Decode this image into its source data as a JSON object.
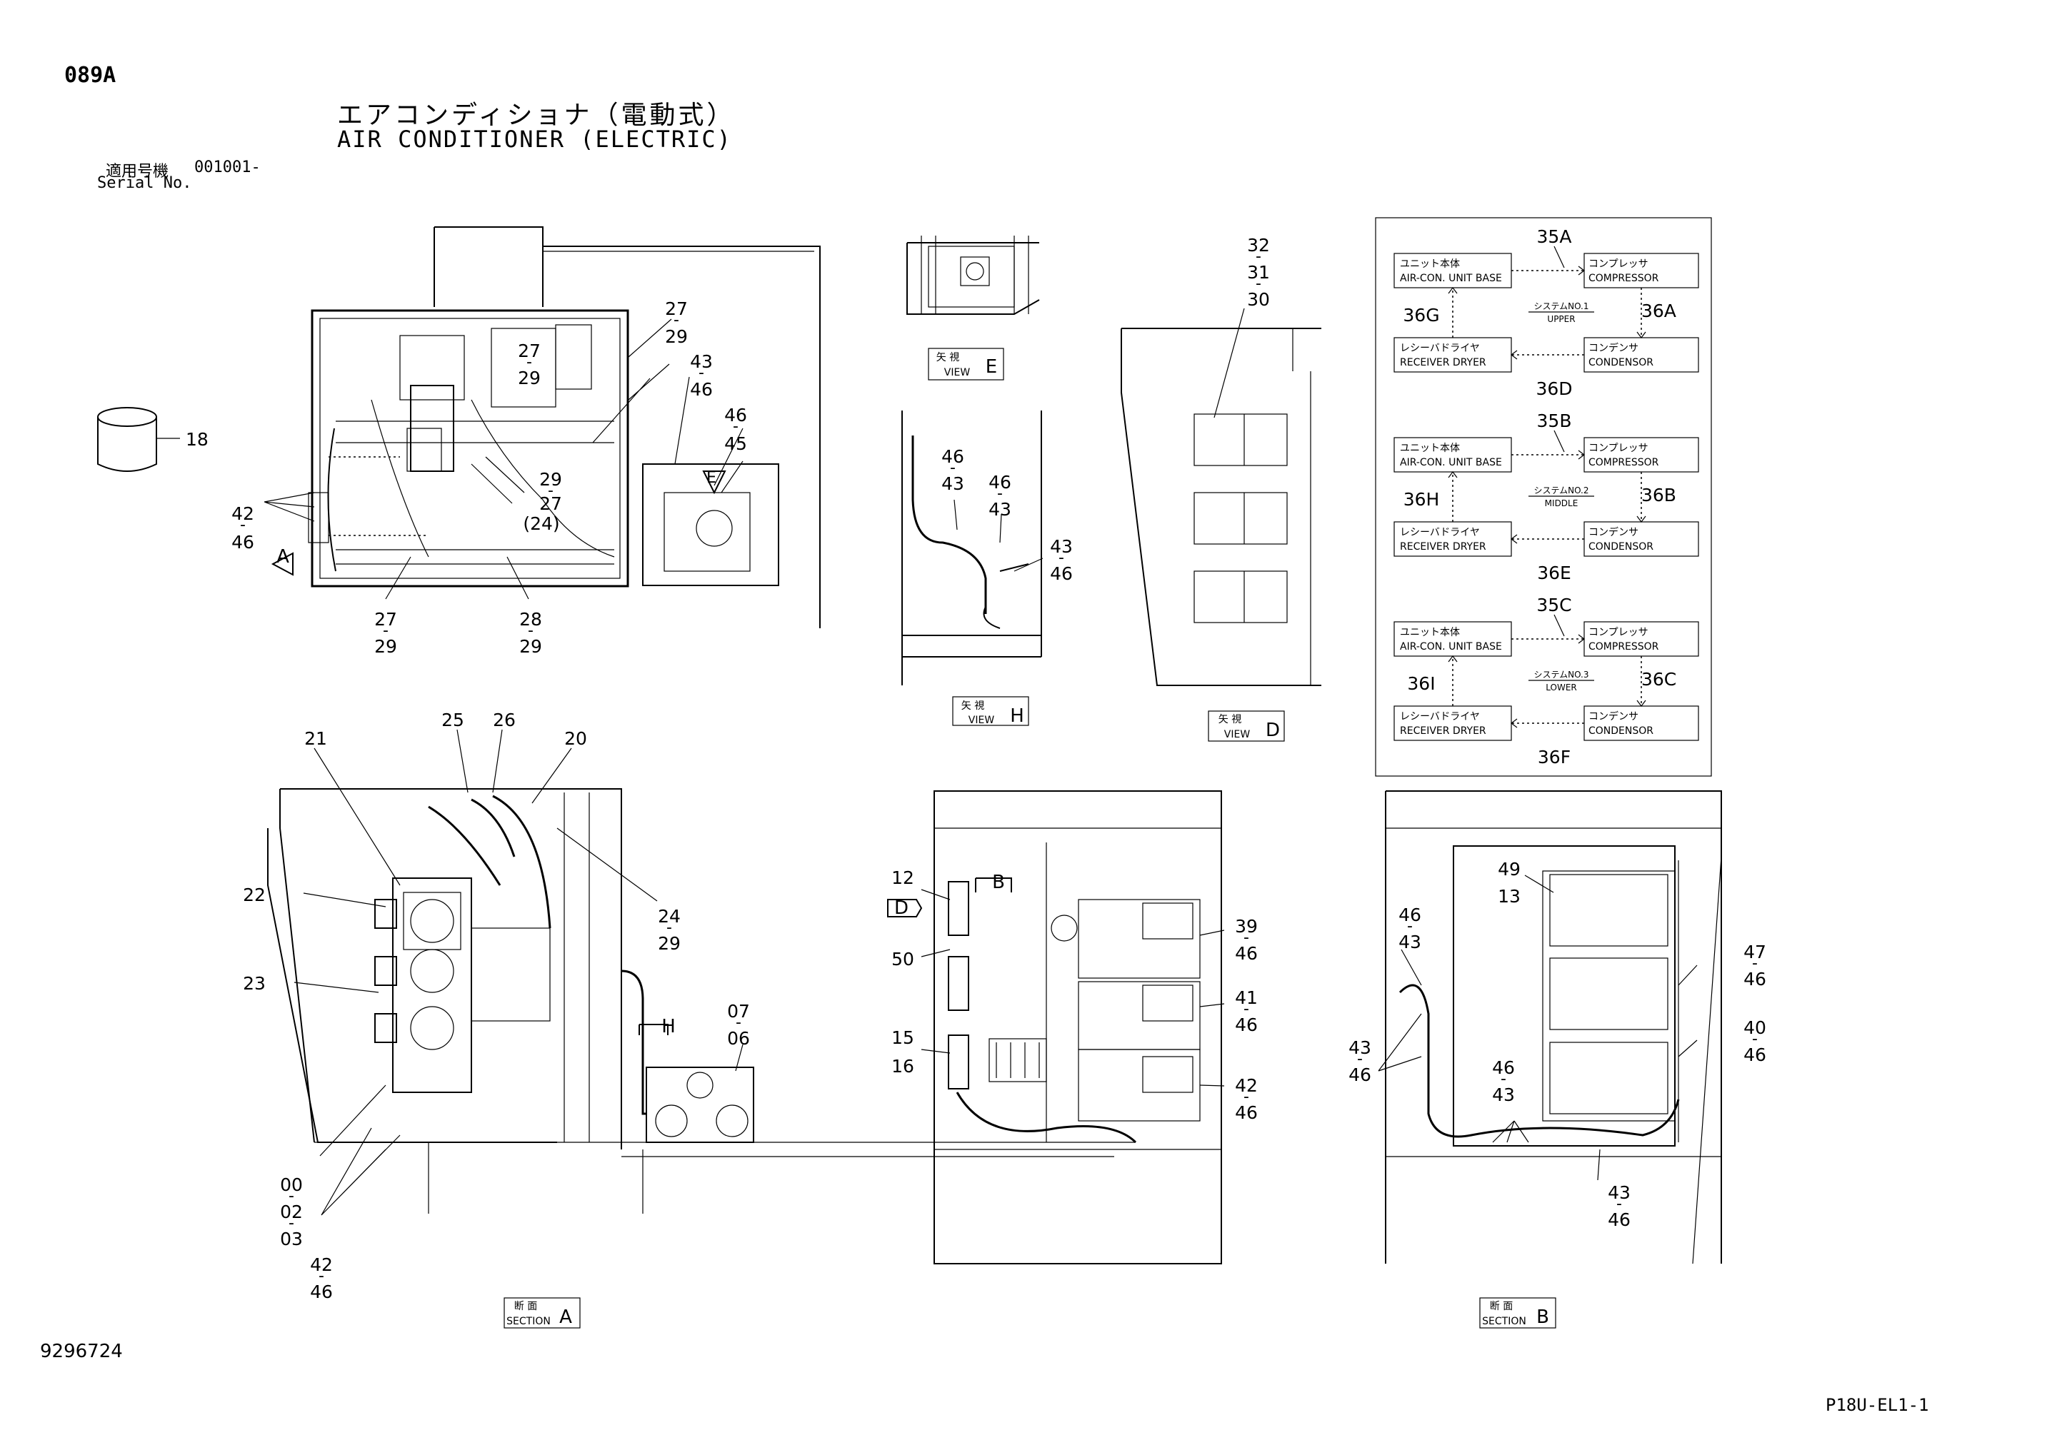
{
  "header": {
    "code": "089A",
    "title_jp": "エアコンディショナ（電動式）",
    "title_en": "AIR CONDITIONER (ELECTRIC)",
    "serial_label_jp": "適用号機",
    "serial_value": "001001-",
    "serial_label_en": "Serial No."
  },
  "footer": {
    "drawing_no": "9296724",
    "page_id": "P18U-EL1-1"
  },
  "views": {
    "view_e": {
      "jp": "矢 視",
      "en": "VIEW",
      "letter": "E"
    },
    "view_h": {
      "jp": "矢 視",
      "en": "VIEW",
      "letter": "H"
    },
    "view_d": {
      "jp": "矢 視",
      "en": "VIEW",
      "letter": "D"
    },
    "section_a": {
      "jp": "断 面",
      "en": "SECTION",
      "letter": "A"
    },
    "section_b": {
      "jp": "断 面",
      "en": "SECTION",
      "letter": "B"
    }
  },
  "markers": {
    "a": "A",
    "e": "E",
    "h": "H",
    "d": "D",
    "b": "B"
  },
  "labels": {
    "p18": "18",
    "tl_42": "42",
    "tl_46": "46",
    "tl_27a": "27",
    "tl_29a": "29",
    "tl_27b": "27",
    "tl_29b": "29",
    "tl_43": "43",
    "tl_46b": "46",
    "tl_46c": "46",
    "tl_45": "45",
    "tl_29c": "29",
    "tl_27c": "27",
    "tl_24": "(24)",
    "tl_27d": "27",
    "tl_29d": "29",
    "tl_28": "28",
    "tl_29e": "29",
    "vh_46a": "46",
    "vh_43a": "43",
    "vh_46b": "46",
    "vh_43b": "43",
    "vh_43c": "43",
    "vh_46c": "46",
    "vd_32": "32",
    "vd_31": "31",
    "vd_30": "30",
    "sa_25": "25",
    "sa_26": "26",
    "sa_21": "21",
    "sa_20": "20",
    "sa_22": "22",
    "sa_24": "24",
    "sa_29": "29",
    "sa_23": "23",
    "sa_07": "07",
    "sa_06": "06",
    "sa_00": "00",
    "sa_02": "02",
    "sa_03": "03",
    "sa_42": "42",
    "sa_46": "46",
    "sm_12": "12",
    "sm_50": "50",
    "sm_15": "15",
    "sm_16": "16",
    "sm_39": "39",
    "sm_46a": "46",
    "sm_41": "41",
    "sm_46b": "46",
    "sm_42": "42",
    "sm_46c": "46",
    "sb_49": "49",
    "sb_13": "13",
    "sb_46a": "46",
    "sb_43a": "43",
    "sb_47": "47",
    "sb_46b": "46",
    "sb_40": "40",
    "sb_46c": "46",
    "sb_43b": "43",
    "sb_46d": "46",
    "sb_46e": "46",
    "sb_43c": "43",
    "sb_43d": "43",
    "sb_46f": "46"
  },
  "schematic": {
    "systems": [
      {
        "pipe_top": "35A",
        "pipe_right": "36A",
        "pipe_bottom": "36D",
        "pipe_left": "36G",
        "unit_jp": "ユニット本体",
        "unit_en": "AIR-CON. UNIT BASE",
        "comp_jp": "コンプレッサ",
        "comp_en": "COMPRESSOR",
        "dryer_jp": "レシーバドライヤ",
        "dryer_en": "RECEIVER DRYER",
        "cond_jp": "コンデンサ",
        "cond_en": "CONDENSOR",
        "system_jp": "システムNO.1",
        "system_en": "UPPER"
      },
      {
        "pipe_top": "35B",
        "pipe_right": "36B",
        "pipe_bottom": "36E",
        "pipe_left": "36H",
        "unit_jp": "ユニット本体",
        "unit_en": "AIR-CON. UNIT BASE",
        "comp_jp": "コンプレッサ",
        "comp_en": "COMPRESSOR",
        "dryer_jp": "レシーバドライヤ",
        "dryer_en": "RECEIVER DRYER",
        "cond_jp": "コンデンサ",
        "cond_en": "CONDENSOR",
        "system_jp": "システムNO.2",
        "system_en": "MIDDLE"
      },
      {
        "pipe_top": "35C",
        "pipe_right": "36C",
        "pipe_bottom": "36F",
        "pipe_left": "36I",
        "unit_jp": "ユニット本体",
        "unit_en": "AIR-CON. UNIT BASE",
        "comp_jp": "コンプレッサ",
        "comp_en": "COMPRESSOR",
        "dryer_jp": "レシーバドライヤ",
        "dryer_en": "RECEIVER DRYER",
        "cond_jp": "コンデンサ",
        "cond_en": "CONDENSOR",
        "system_jp": "システムNO.3",
        "system_en": "LOWER"
      }
    ]
  }
}
